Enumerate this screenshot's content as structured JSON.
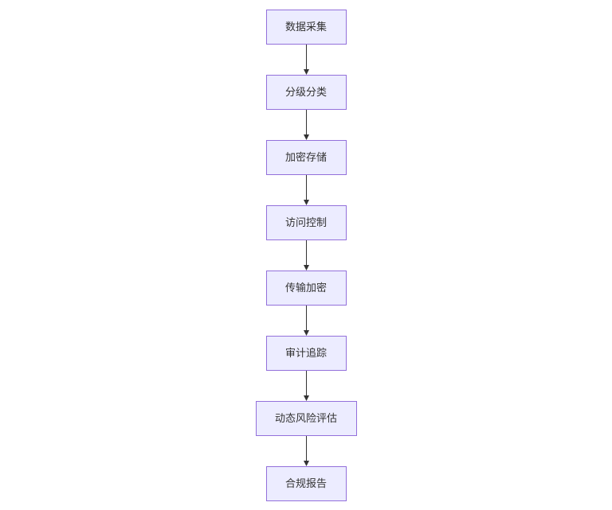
{
  "flowchart": {
    "nodes": [
      {
        "id": "n1",
        "label": "数据采集"
      },
      {
        "id": "n2",
        "label": "分级分类"
      },
      {
        "id": "n3",
        "label": "加密存储"
      },
      {
        "id": "n4",
        "label": "访问控制"
      },
      {
        "id": "n5",
        "label": "传输加密"
      },
      {
        "id": "n6",
        "label": "审计追踪"
      },
      {
        "id": "n7",
        "label": "动态风险评估"
      },
      {
        "id": "n8",
        "label": "合规报告"
      }
    ],
    "edges": [
      {
        "from": "n1",
        "to": "n2"
      },
      {
        "from": "n2",
        "to": "n3"
      },
      {
        "from": "n3",
        "to": "n4"
      },
      {
        "from": "n4",
        "to": "n5"
      },
      {
        "from": "n5",
        "to": "n6"
      },
      {
        "from": "n6",
        "to": "n7"
      },
      {
        "from": "n7",
        "to": "n8"
      }
    ],
    "colors": {
      "node_fill": "#ECECFF",
      "node_stroke": "#9370DB",
      "edge": "#333333",
      "text": "#333333"
    }
  }
}
